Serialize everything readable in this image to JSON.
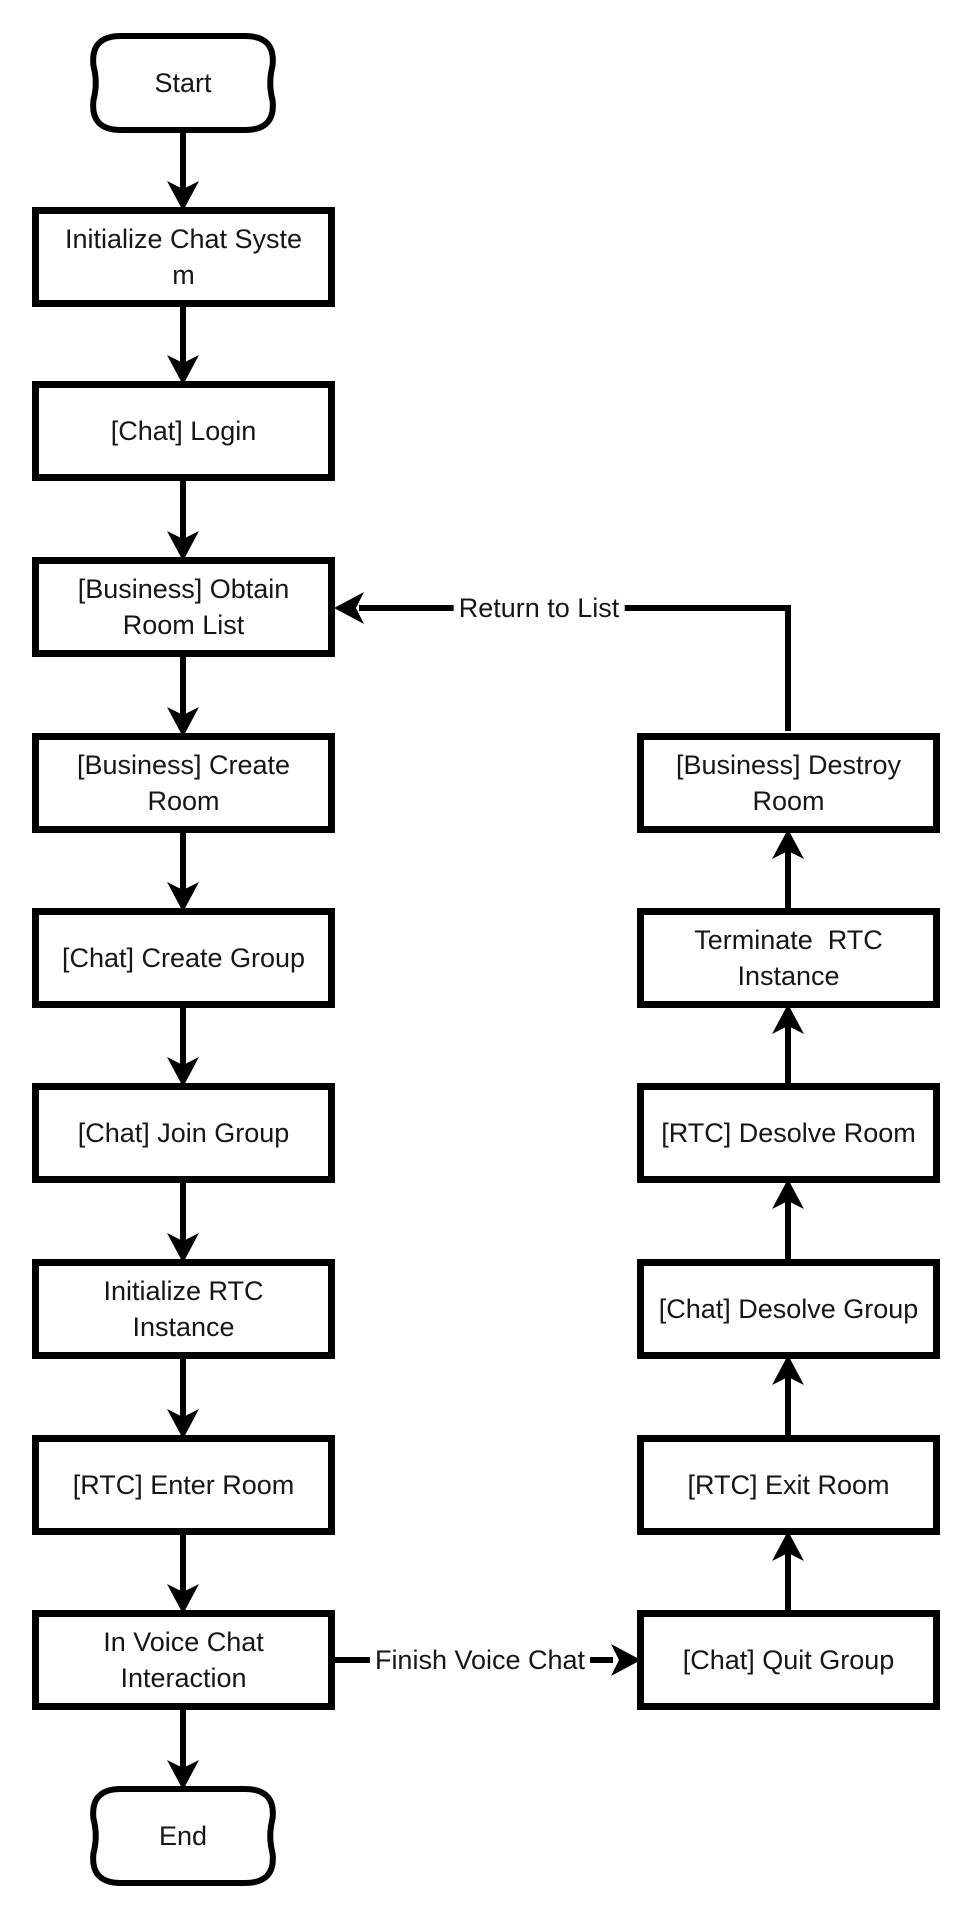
{
  "diagram": {
    "type": "flowchart",
    "colors": {
      "stroke": "#000000",
      "background": "#ffffff",
      "text": "#161616"
    },
    "nodes": {
      "start": {
        "label": "Start",
        "shape": "terminator"
      },
      "init_chat_system": {
        "label": "Initialize Chat Syste\nm",
        "shape": "process"
      },
      "chat_login": {
        "label": "[Chat] Login",
        "shape": "process"
      },
      "obtain_room_list": {
        "label": "[Business] Obtain\nRoom List",
        "shape": "process"
      },
      "create_room": {
        "label": "[Business] Create\nRoom",
        "shape": "process"
      },
      "create_group": {
        "label": "[Chat] Create Group",
        "shape": "process"
      },
      "join_group": {
        "label": "[Chat] Join Group",
        "shape": "process"
      },
      "init_rtc_instance": {
        "label": "Initialize RTC\nInstance",
        "shape": "process"
      },
      "rtc_enter_room": {
        "label": "[RTC] Enter Room",
        "shape": "process"
      },
      "in_voice_chat": {
        "label": "In Voice Chat\nInteraction",
        "shape": "process"
      },
      "end": {
        "label": "End",
        "shape": "terminator"
      },
      "destroy_room": {
        "label": "[Business] Destroy\nRoom",
        "shape": "process"
      },
      "terminate_rtc": {
        "label": "Terminate  RTC\nInstance",
        "shape": "process"
      },
      "rtc_desolve_room": {
        "label": "[RTC] Desolve Room",
        "shape": "process"
      },
      "chat_desolve_group": {
        "label": "[Chat] Desolve Group",
        "shape": "process"
      },
      "rtc_exit_room": {
        "label": "[RTC] Exit Room",
        "shape": "process"
      },
      "chat_quit_group": {
        "label": "[Chat] Quit Group",
        "shape": "process"
      }
    },
    "edge_labels": {
      "finish_voice_chat": "Finish Voice Chat",
      "return_to_list": "Return to List"
    },
    "edges": [
      {
        "from": "start",
        "to": "init_chat_system"
      },
      {
        "from": "init_chat_system",
        "to": "chat_login"
      },
      {
        "from": "chat_login",
        "to": "obtain_room_list"
      },
      {
        "from": "obtain_room_list",
        "to": "create_room"
      },
      {
        "from": "create_room",
        "to": "create_group"
      },
      {
        "from": "create_group",
        "to": "join_group"
      },
      {
        "from": "join_group",
        "to": "init_rtc_instance"
      },
      {
        "from": "init_rtc_instance",
        "to": "rtc_enter_room"
      },
      {
        "from": "rtc_enter_room",
        "to": "in_voice_chat"
      },
      {
        "from": "in_voice_chat",
        "to": "end"
      },
      {
        "from": "in_voice_chat",
        "to": "chat_quit_group",
        "label": "Finish Voice Chat"
      },
      {
        "from": "chat_quit_group",
        "to": "rtc_exit_room"
      },
      {
        "from": "rtc_exit_room",
        "to": "chat_desolve_group"
      },
      {
        "from": "chat_desolve_group",
        "to": "rtc_desolve_room"
      },
      {
        "from": "rtc_desolve_room",
        "to": "terminate_rtc"
      },
      {
        "from": "terminate_rtc",
        "to": "destroy_room"
      },
      {
        "from": "destroy_room",
        "to": "obtain_room_list",
        "label": "Return to List"
      }
    ]
  }
}
